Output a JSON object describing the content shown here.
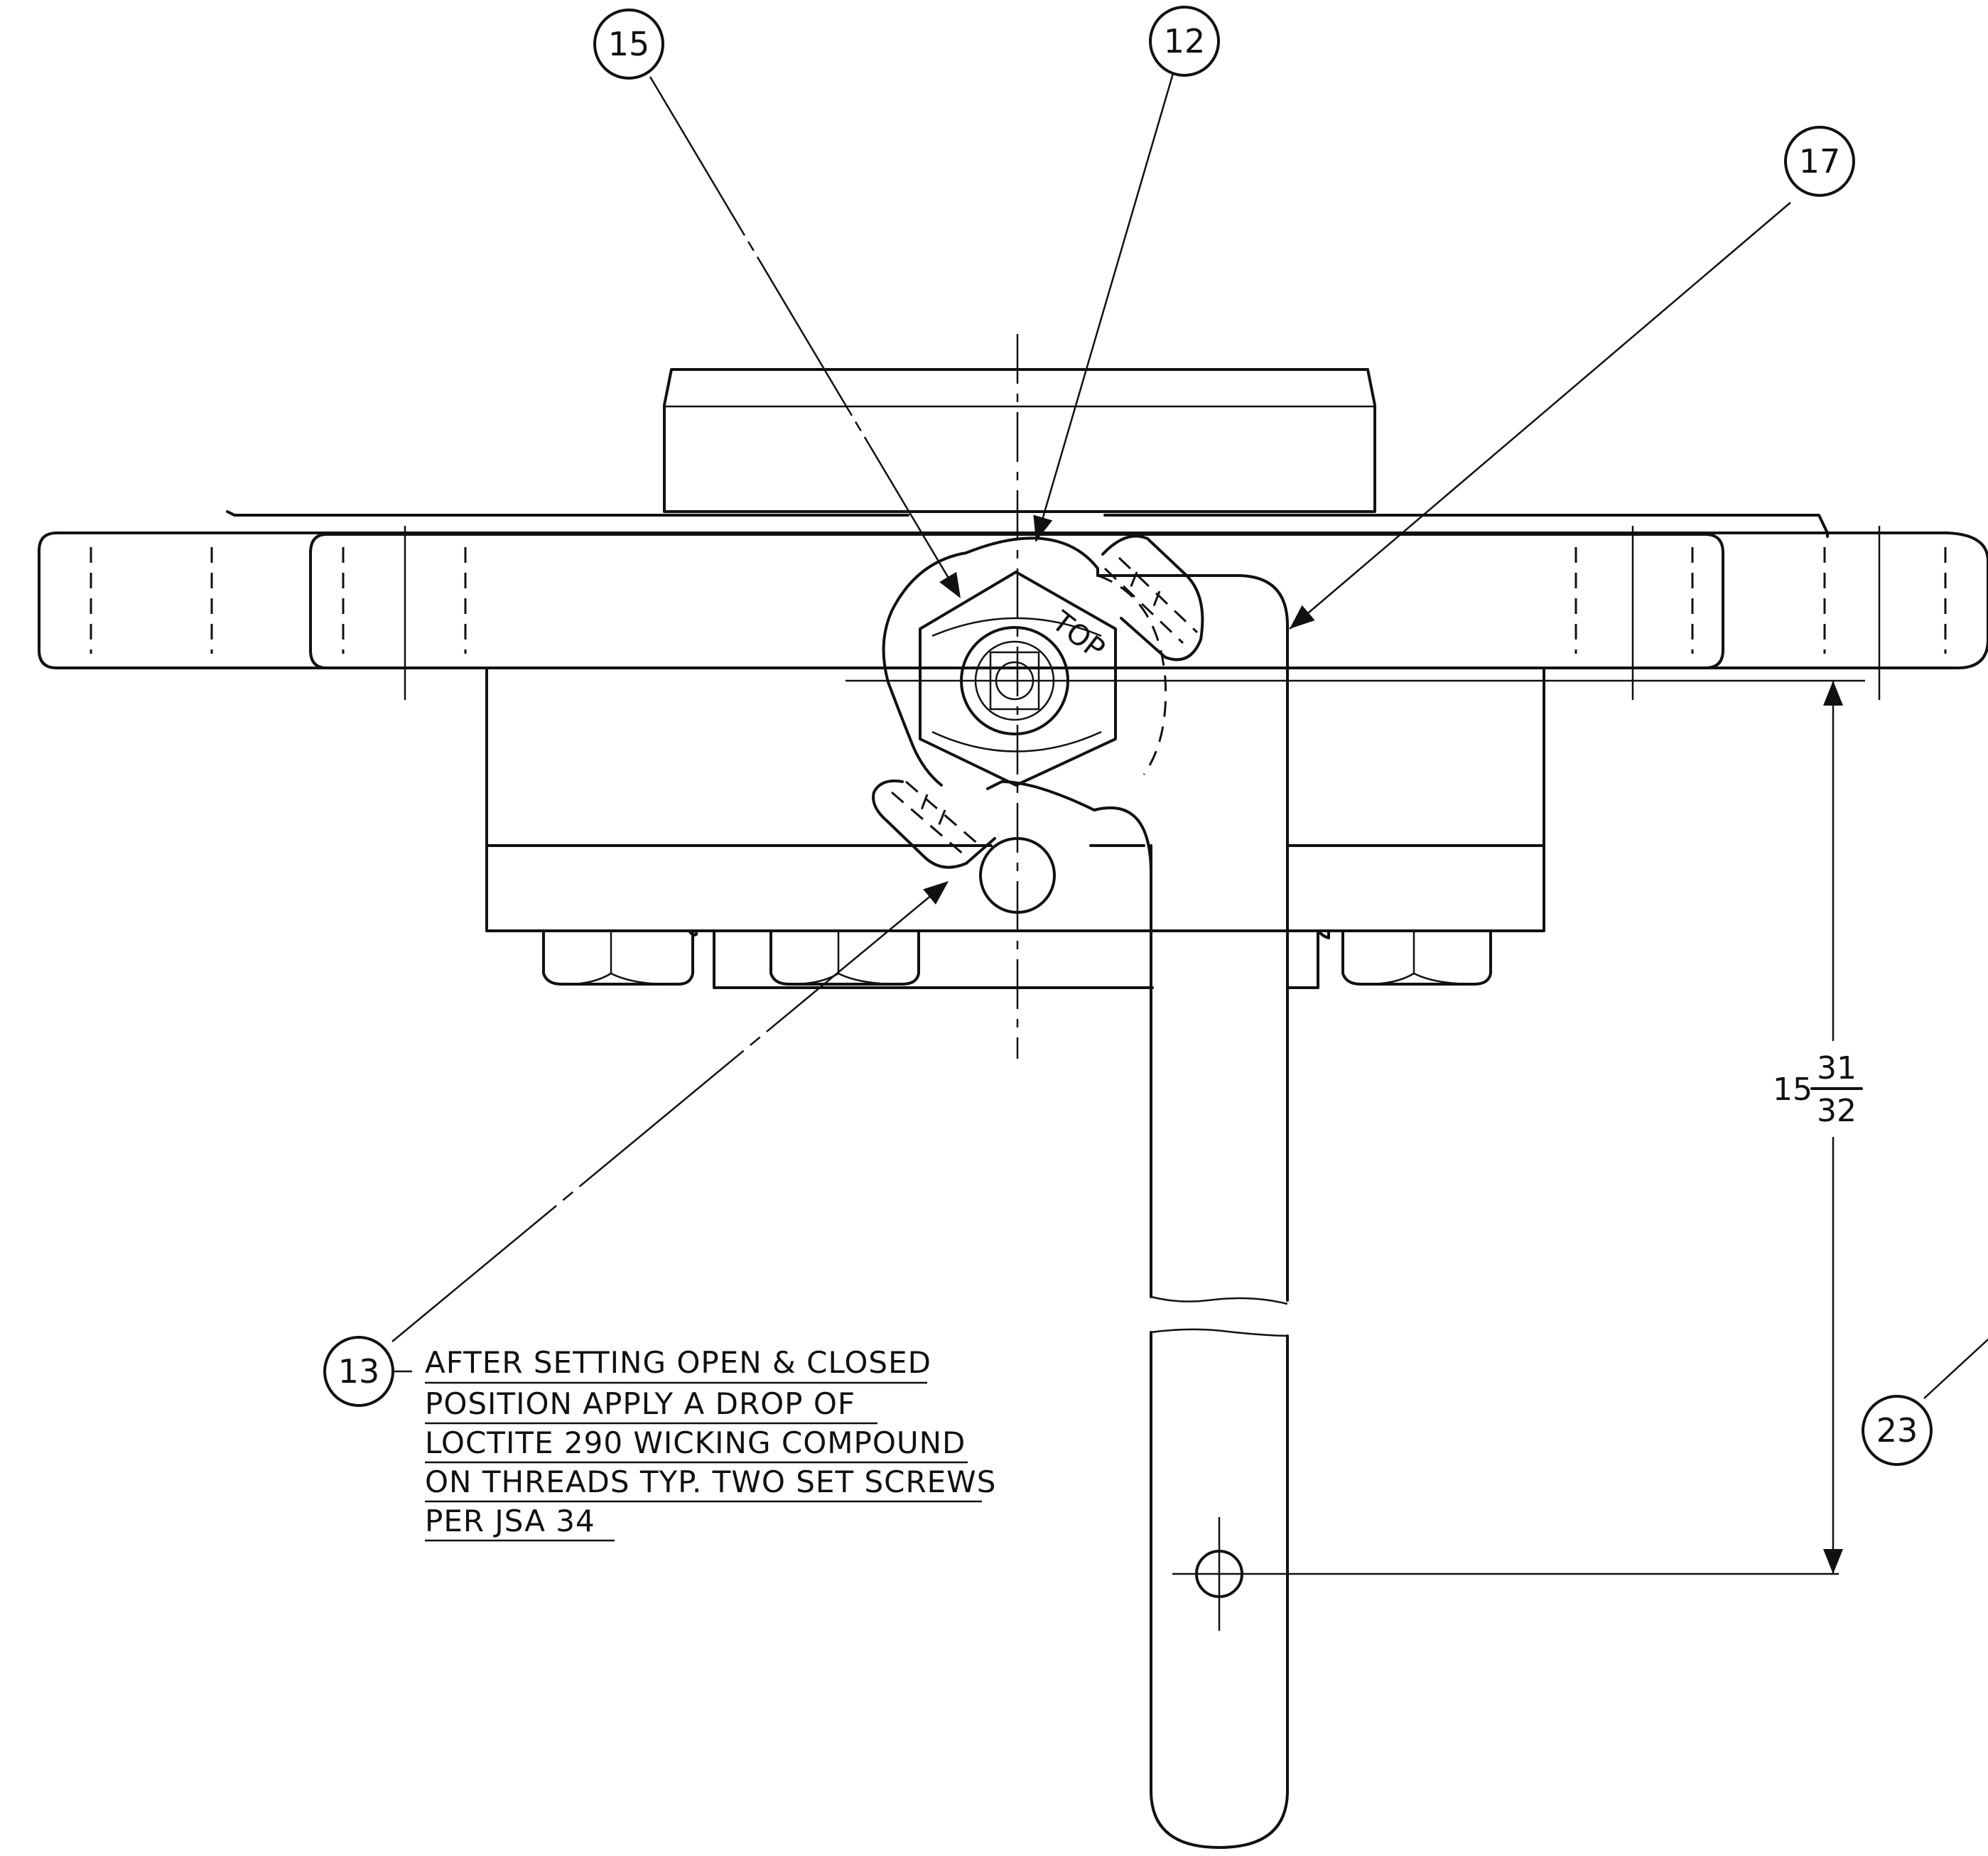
{
  "balloons": [
    {
      "id": "15",
      "label": "15"
    },
    {
      "id": "12",
      "label": "12"
    },
    {
      "id": "17",
      "label": "17"
    },
    {
      "id": "13",
      "label": "13"
    },
    {
      "id": "23",
      "label": "23"
    }
  ],
  "part_label": "TOP",
  "note_lines": [
    "AFTER SETTING OPEN & CLOSED",
    "POSITION APPLY A DROP OF",
    "LOCTITE 290 WICKING COMPOUND",
    "ON THREADS TYP. TWO SET SCREWS",
    "PER JSA 34"
  ],
  "dimension": {
    "whole": "15",
    "numerator": "31",
    "denominator": "32"
  }
}
